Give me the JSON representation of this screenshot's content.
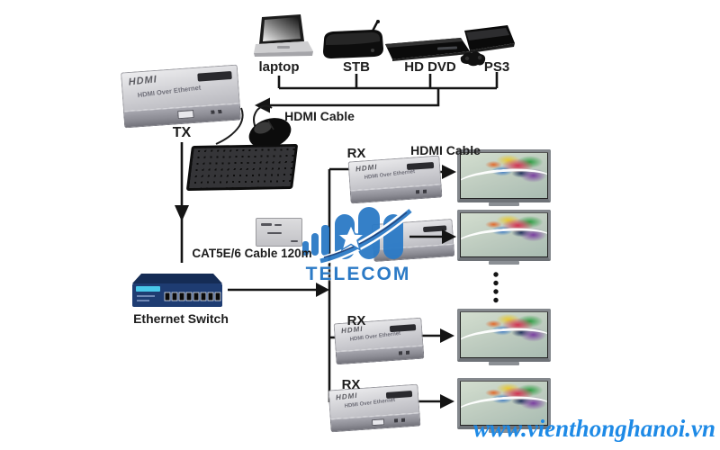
{
  "sources": {
    "items": [
      {
        "id": "laptop",
        "label": "laptop"
      },
      {
        "id": "stb",
        "label": "STB"
      },
      {
        "id": "hd-dvd",
        "label": "HD DVD"
      },
      {
        "id": "ps3",
        "label": "PS3"
      }
    ]
  },
  "cables": {
    "hdmi_top": "HDMI Cable",
    "hdmi_right": "HDMI Cable",
    "cat5e": "CAT5E/6 Cable  120m"
  },
  "tx": {
    "label": "TX",
    "unit_brand": "HDMI",
    "unit_text": "HDMI Over Ethernet"
  },
  "switch": {
    "label": "Ethernet Switch"
  },
  "receivers": [
    {
      "label": "RX",
      "unit_brand": "HDMI",
      "unit_text": "HDMI Over Ethernet"
    },
    {
      "label": "",
      "unit_brand": "",
      "unit_text": ""
    },
    {
      "label": "RX",
      "unit_brand": "HDMI",
      "unit_text": "HDMI Over Ethernet"
    },
    {
      "label": "RX",
      "unit_brand": "HDMI",
      "unit_text": "HDMI Over Ethernet"
    }
  ],
  "watermark": {
    "brand": "TELECOM",
    "color": "#2b7ac6"
  },
  "footer": {
    "website": "www.vienthonghanoi.vn",
    "color": "#1e8ae6"
  }
}
